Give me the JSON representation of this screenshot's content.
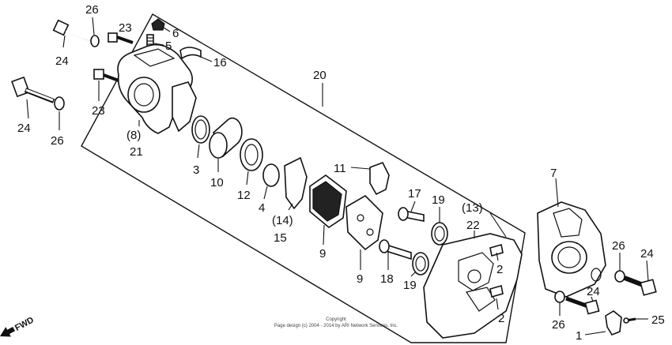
{
  "diagram": {
    "callouts": [
      {
        "id": "c26a",
        "text": "26"
      },
      {
        "id": "c24a",
        "text": "24"
      },
      {
        "id": "c23a",
        "text": "23"
      },
      {
        "id": "c6",
        "text": "6"
      },
      {
        "id": "c5",
        "text": "5"
      },
      {
        "id": "c16",
        "text": "16"
      },
      {
        "id": "c20",
        "text": "20"
      },
      {
        "id": "c23b",
        "text": "23"
      },
      {
        "id": "c24b",
        "text": "24"
      },
      {
        "id": "c26b",
        "text": "26"
      },
      {
        "id": "c8",
        "text": "(8)"
      },
      {
        "id": "c21",
        "text": "21"
      },
      {
        "id": "c3",
        "text": "3"
      },
      {
        "id": "c10",
        "text": "10"
      },
      {
        "id": "c12",
        "text": "12"
      },
      {
        "id": "c4",
        "text": "4"
      },
      {
        "id": "c14",
        "text": "(14)"
      },
      {
        "id": "c15",
        "text": "15"
      },
      {
        "id": "c11",
        "text": "11"
      },
      {
        "id": "c9a",
        "text": "9"
      },
      {
        "id": "c9b",
        "text": "9"
      },
      {
        "id": "c17",
        "text": "17"
      },
      {
        "id": "c19a",
        "text": "19"
      },
      {
        "id": "c13",
        "text": "(13)"
      },
      {
        "id": "c22",
        "text": "22"
      },
      {
        "id": "c2a",
        "text": "2"
      },
      {
        "id": "c18",
        "text": "18"
      },
      {
        "id": "c19b",
        "text": "19"
      },
      {
        "id": "c2b",
        "text": "2"
      },
      {
        "id": "c7",
        "text": "7"
      },
      {
        "id": "c26c",
        "text": "26"
      },
      {
        "id": "c24c",
        "text": "24"
      },
      {
        "id": "c24d",
        "text": "24"
      },
      {
        "id": "c26d",
        "text": "26"
      },
      {
        "id": "c1",
        "text": "1"
      },
      {
        "id": "c25",
        "text": "25"
      }
    ],
    "copyright_line1": "Copyright",
    "copyright_line2": "Page design (c) 2004 - 2014 by ARI Network Services, Inc.",
    "fwd_label": "FWD"
  }
}
